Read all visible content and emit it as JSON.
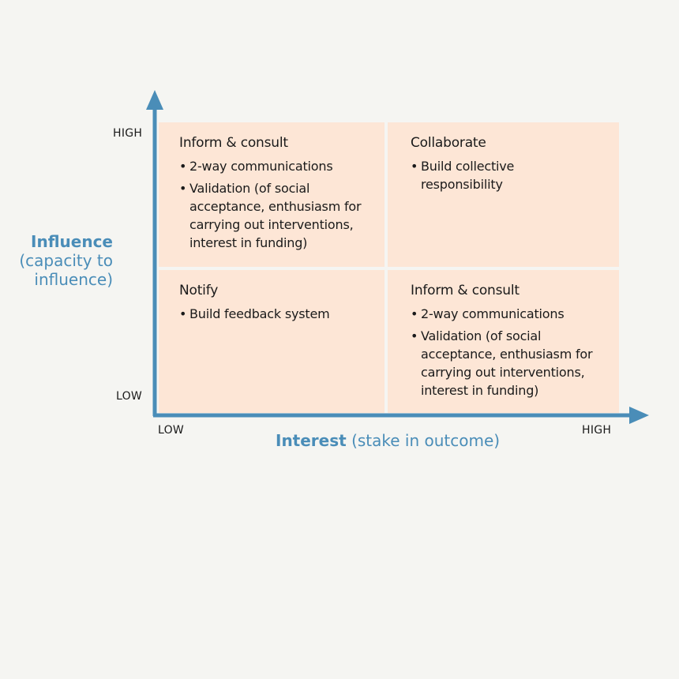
{
  "quadrants": {
    "top_left": {
      "title": "Inform & consult",
      "bullets": [
        "2-way communications",
        "Validation (of social acceptance, enthusiasm for carrying out interventions, interest in funding)"
      ]
    },
    "top_right": {
      "title": "Collaborate",
      "bullets": [
        "Build collective responsibility"
      ]
    },
    "bottom_left": {
      "title": "Notify",
      "bullets": [
        "Build feedback system"
      ]
    },
    "bottom_right": {
      "title": "Inform & consult",
      "bullets": [
        "2-way communications",
        "Validation (of social acceptance, enthusiasm for carrying out interventions, interest in funding)"
      ]
    }
  },
  "y_axis": {
    "title": "Influence",
    "subtitle_line1": "(capacity to",
    "subtitle_line2": "influence)",
    "high_label": "HIGH",
    "low_label": "LOW"
  },
  "x_axis": {
    "title": "Interest",
    "subtitle": "(stake in outcome)",
    "low_label": "LOW",
    "high_label": "HIGH"
  },
  "colors": {
    "axis": "#4a8db8",
    "quadrant_fill": "#fde6d6",
    "background": "#f5f5f2",
    "text": "#1a1a1a"
  }
}
